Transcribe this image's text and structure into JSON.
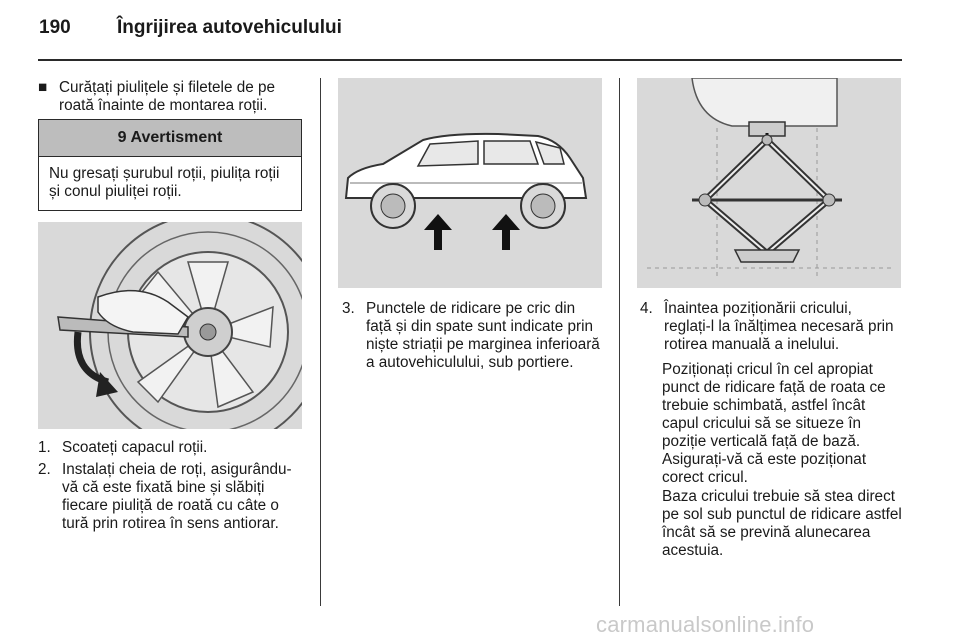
{
  "header": {
    "page_number": "190",
    "title": "Îngrijirea autovehiculului"
  },
  "left": {
    "bullet_mark": "■",
    "bullet_text": "Curățați piulițele și filetele de pe roată înainte de montarea roții.",
    "warning": {
      "icon": "9",
      "title": "Avertisment",
      "text": "Nu gresați șurubul roții, piulița roții și conul piuliței roții."
    },
    "steps": [
      {
        "num": "1.",
        "text": "Scoateți capacul roții."
      },
      {
        "num": "2.",
        "text": "Instalați cheia de roți, asigurându-vă că este fixată bine și slăbiți fiecare piuliță de roată cu câte o tură prin rotirea în sens antiorar."
      }
    ]
  },
  "middle": {
    "steps": [
      {
        "num": "3.",
        "text": "Punctele de ridicare pe cric din față și din spate sunt indicate prin niște striații pe marginea inferioară a autovehiculului, sub portiere."
      }
    ]
  },
  "right": {
    "steps": [
      {
        "num": "4.",
        "text": "Înaintea poziționării cricului, reglați-l la înălțimea necesară prin rotirea manuală a inelului."
      }
    ],
    "paragraphs": [
      "Poziționați cricul în cel apropiat punct de ridicare față de roata ce trebuie schimbată, astfel încât capul cricului să se situeze în poziție verticală față de bază. Asigurați-vă că este poziționat corect cricul.",
      "Baza cricului trebuie să stea direct pe sol sub punctul de ridicare astfel încât să se prevină alunecarea acestuia."
    ]
  },
  "watermark": "carmanualsonline.info",
  "colors": {
    "figure_bg": "#d9d9d9",
    "warning_header_bg": "#bdbdbd",
    "text": "#1a1a1a"
  }
}
